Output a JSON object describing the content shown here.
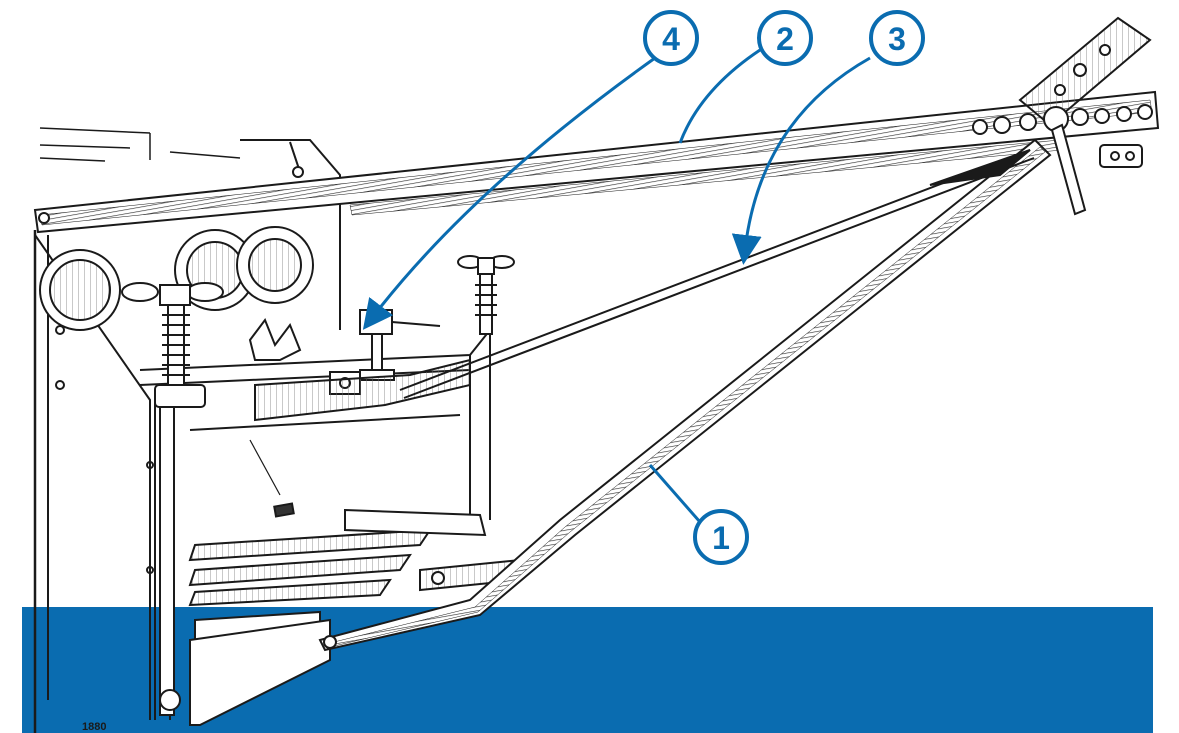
{
  "figure": {
    "number": "1880"
  },
  "callouts": [
    {
      "id": "1",
      "label": "1"
    },
    {
      "id": "2",
      "label": "2"
    },
    {
      "id": "3",
      "label": "3"
    },
    {
      "id": "4",
      "label": "4"
    }
  ],
  "colors": {
    "accent": "#0a6cb0",
    "ink": "#1a1a1a",
    "paper": "#ffffff",
    "metal_hatch": "#555555"
  }
}
